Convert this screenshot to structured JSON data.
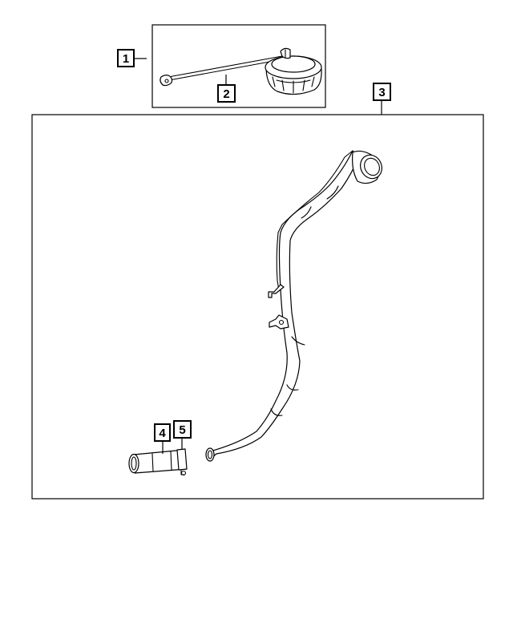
{
  "callouts": [
    {
      "id": "1",
      "label": "1"
    },
    {
      "id": "2",
      "label": "2"
    },
    {
      "id": "3",
      "label": "3"
    },
    {
      "id": "4",
      "label": "4"
    },
    {
      "id": "5",
      "label": "5"
    }
  ],
  "colors": {
    "line": "#000000",
    "background": "#ffffff"
  },
  "parts": [
    {
      "callout": "1",
      "icon": "fuel-cap-assembly-group"
    },
    {
      "callout": "2",
      "icon": "fuel-cap-tether-icon"
    },
    {
      "callout": "3",
      "icon": "fuel-filler-tube-icon"
    },
    {
      "callout": "4",
      "icon": "filler-hose-icon"
    },
    {
      "callout": "5",
      "icon": "hose-clamp-icon"
    }
  ]
}
